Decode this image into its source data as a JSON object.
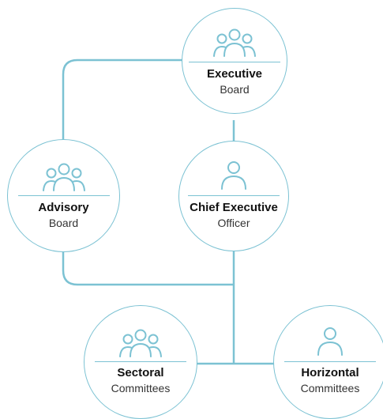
{
  "colors": {
    "accent": "#7cc2d3",
    "text": "#111111"
  },
  "nodes": {
    "executive": {
      "title": "Executive",
      "subtitle": "Board",
      "icon": "group-icon"
    },
    "advisory": {
      "title": "Advisory",
      "subtitle": "Board",
      "icon": "group-icon"
    },
    "ceo": {
      "title": "Chief Executive",
      "subtitle": "Officer",
      "icon": "person-icon"
    },
    "sectoral": {
      "title": "Sectoral",
      "subtitle": "Committees",
      "icon": "group-icon"
    },
    "horizontal": {
      "title": "Horizontal",
      "subtitle": "Committees",
      "icon": "person-icon"
    }
  }
}
